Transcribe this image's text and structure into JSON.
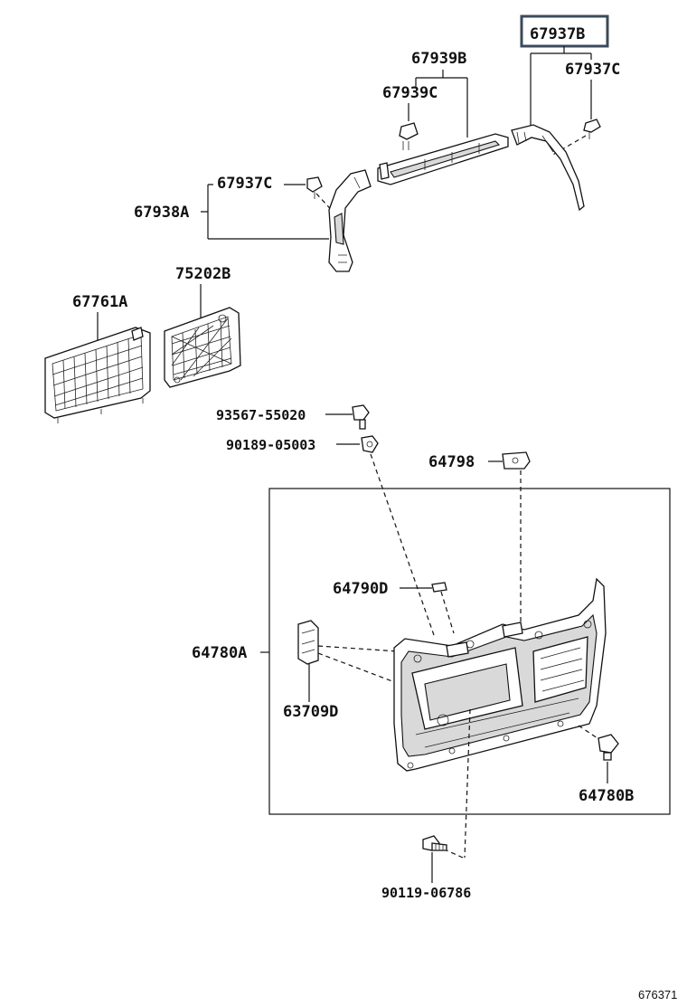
{
  "diagram": {
    "labels": {
      "p67937B_box": "67937B",
      "p67937C_right": "67937C",
      "p67939B": "67939B",
      "p67939C": "67939C",
      "p67937C_left": "67937C",
      "p67938A": "67938A",
      "p75202B": "75202B",
      "p67761A": "67761A",
      "p93567": "93567-55020",
      "p90189": "90189-05003",
      "p64798": "64798",
      "p64790D": "64790D",
      "p64780A": "64780A",
      "p63709D": "63709D",
      "p64780B": "64780B",
      "p90119": "90119-06786"
    },
    "reference_number": "676371",
    "highlight_color": "#3b4a5a"
  }
}
